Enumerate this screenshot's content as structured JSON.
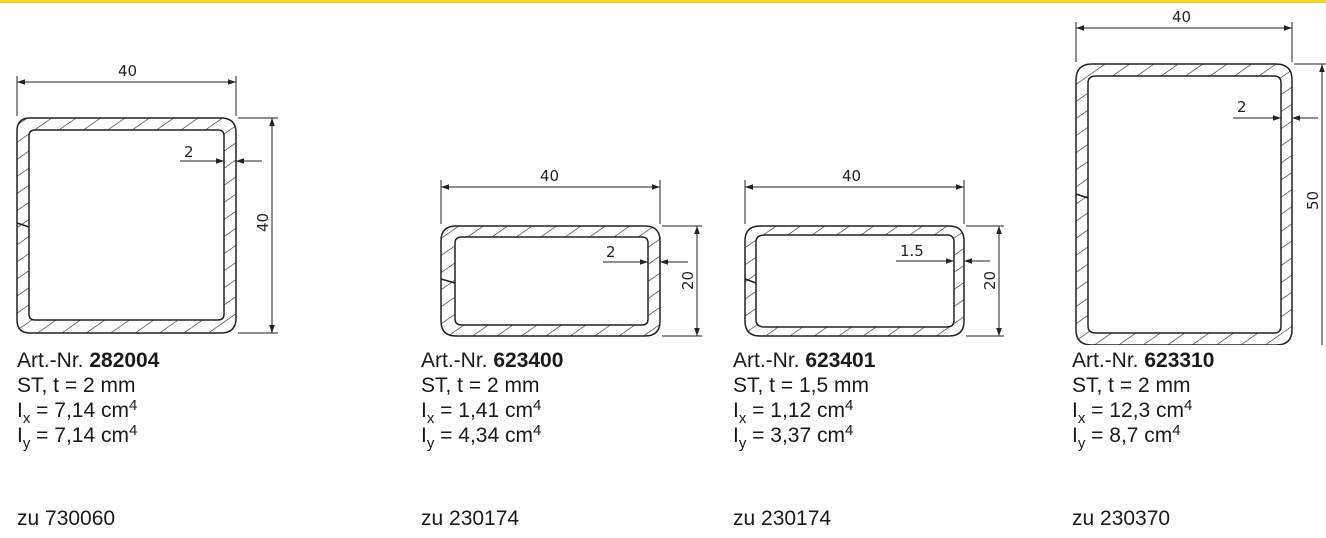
{
  "colors": {
    "accent_bar": "#f6d41a",
    "line": "#222222"
  },
  "profiles": [
    {
      "art_prefix": "Art.-Nr. ",
      "art_no": "282004",
      "material": "ST, t = 2 mm",
      "ix_label": "I",
      "ix_sub": "x",
      "ix_value": " = 7,14 cm",
      "ix_exp": "4",
      "iy_label": "I",
      "iy_sub": "y",
      "iy_value": " = 7,14 cm",
      "iy_exp": "4",
      "ref": "zu 730060",
      "dim_width": "40",
      "dim_height": "40",
      "dim_wall": "2"
    },
    {
      "art_prefix": "Art.-Nr. ",
      "art_no": "623400",
      "material": "ST, t = 2 mm",
      "ix_label": "I",
      "ix_sub": "x",
      "ix_value": " = 1,41 cm",
      "ix_exp": "4",
      "iy_label": "I",
      "iy_sub": "y",
      "iy_value": " = 4,34 cm",
      "iy_exp": "4",
      "ref": "zu 230174",
      "dim_width": "40",
      "dim_height": "20",
      "dim_wall": "2"
    },
    {
      "art_prefix": "Art.-Nr. ",
      "art_no": "623401",
      "material": "ST, t = 1,5 mm",
      "ix_label": "I",
      "ix_sub": "x",
      "ix_value": " = 1,12 cm",
      "ix_exp": "4",
      "iy_label": "I",
      "iy_sub": "y",
      "iy_value": " = 3,37 cm",
      "iy_exp": "4",
      "ref": "zu 230174",
      "dim_width": "40",
      "dim_height": "20",
      "dim_wall": "1.5"
    },
    {
      "art_prefix": "Art.-Nr. ",
      "art_no": "623310",
      "material": "ST, t = 2 mm",
      "ix_label": "I",
      "ix_sub": "x",
      "ix_value": " = 12,3 cm",
      "ix_exp": "4",
      "iy_label": "I",
      "iy_sub": "y",
      "iy_value": " = 8,7 cm",
      "iy_exp": "4",
      "ref": "zu 230370",
      "dim_width": "40",
      "dim_height": "50",
      "dim_wall": "2"
    }
  ]
}
